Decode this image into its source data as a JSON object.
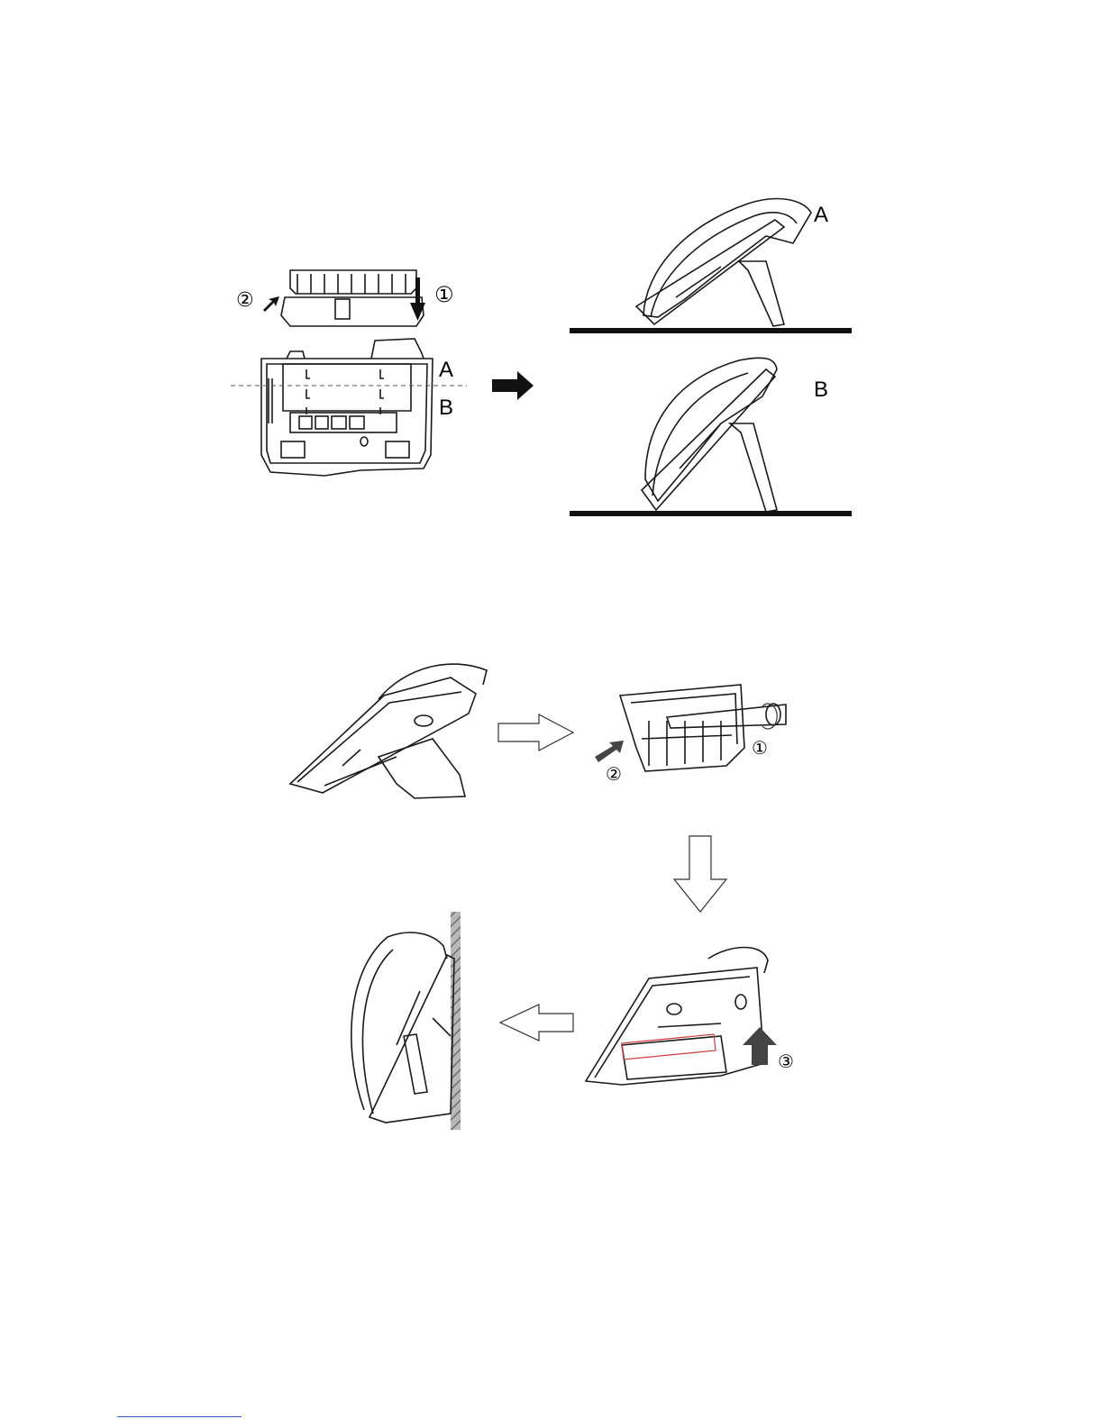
{
  "figure1": {
    "stand": {
      "step_push": "②",
      "step_down": "①"
    },
    "split_label_a": "A",
    "split_label_b": "B",
    "result_label_a": "A",
    "result_label_b": "B"
  },
  "figure2": {
    "removal_step_1": "①",
    "removal_step_2": "②",
    "mount_step_3": "③"
  },
  "colors": {
    "line": "#1a1a1a",
    "arrow_outline": "#333333",
    "wall": "#9a9a9a",
    "highlight": "#d23a3a"
  }
}
